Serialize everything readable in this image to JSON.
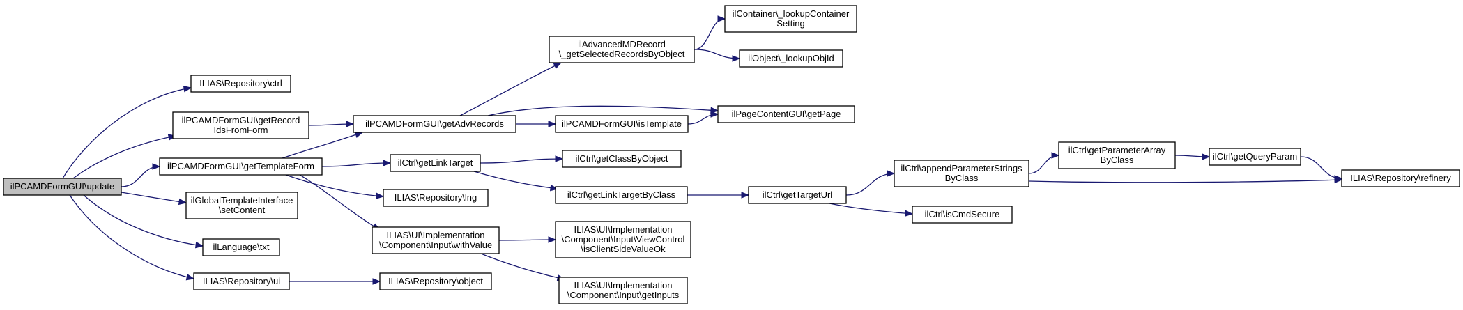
{
  "nodes": [
    {
      "id": "update",
      "lines": [
        "ilPCAMDFormGUI\\update"
      ],
      "root": true
    },
    {
      "id": "repo_ctrl",
      "lines": [
        "ILIAS\\Repository\\ctrl"
      ]
    },
    {
      "id": "getRecordIds",
      "lines": [
        "ilPCAMDFormGUI\\getRecord",
        "IdsFromForm"
      ]
    },
    {
      "id": "getTemplateForm",
      "lines": [
        "ilPCAMDFormGUI\\getTemplateForm"
      ]
    },
    {
      "id": "setContent",
      "lines": [
        "ilGlobalTemplateInterface",
        "\\setContent"
      ]
    },
    {
      "id": "txt",
      "lines": [
        "ilLanguage\\txt"
      ]
    },
    {
      "id": "repo_ui",
      "lines": [
        "ILIAS\\Repository\\ui"
      ]
    },
    {
      "id": "getAdvRecords",
      "lines": [
        "ilPCAMDFormGUI\\getAdvRecords"
      ]
    },
    {
      "id": "getLinkTarget",
      "lines": [
        "ilCtrl\\getLinkTarget"
      ]
    },
    {
      "id": "repo_lng",
      "lines": [
        "ILIAS\\Repository\\lng"
      ]
    },
    {
      "id": "withValue",
      "lines": [
        "ILIAS\\UI\\Implementation",
        "\\Component\\Input\\withValue"
      ]
    },
    {
      "id": "repo_object",
      "lines": [
        "ILIAS\\Repository\\object"
      ]
    },
    {
      "id": "getSelectedRecords",
      "lines": [
        "ilAdvancedMDRecord",
        "\\_getSelectedRecordsByObject"
      ]
    },
    {
      "id": "isTemplate",
      "lines": [
        "ilPCAMDFormGUI\\isTemplate"
      ]
    },
    {
      "id": "getClassByObject",
      "lines": [
        "ilCtrl\\getClassByObject"
      ]
    },
    {
      "id": "getLinkTargetByClass",
      "lines": [
        "ilCtrl\\getLinkTargetByClass"
      ]
    },
    {
      "id": "isClientSide",
      "lines": [
        "ILIAS\\UI\\Implementation",
        "\\Component\\Input\\ViewControl",
        "\\isClientSideValueOk"
      ]
    },
    {
      "id": "getInputs",
      "lines": [
        "ILIAS\\UI\\Implementation",
        "\\Component\\Input\\getInputs"
      ]
    },
    {
      "id": "lookupContainer",
      "lines": [
        "ilContainer\\_lookupContainer",
        "Setting"
      ]
    },
    {
      "id": "lookupObjId",
      "lines": [
        "ilObject\\_lookupObjId"
      ]
    },
    {
      "id": "getPage",
      "lines": [
        "ilPageContentGUI\\getPage"
      ]
    },
    {
      "id": "getTargetUrl",
      "lines": [
        "ilCtrl\\getTargetUrl"
      ]
    },
    {
      "id": "appendParam",
      "lines": [
        "ilCtrl\\appendParameterStrings",
        "ByClass"
      ]
    },
    {
      "id": "isCmdSecure",
      "lines": [
        "ilCtrl\\isCmdSecure"
      ]
    },
    {
      "id": "getParameterArray",
      "lines": [
        "ilCtrl\\getParameterArray",
        "ByClass"
      ]
    },
    {
      "id": "getQueryParam",
      "lines": [
        "ilCtrl\\getQueryParam"
      ]
    },
    {
      "id": "refinery",
      "lines": [
        "ILIAS\\Repository\\refinery"
      ]
    }
  ],
  "edges": [
    [
      "update",
      "repo_ctrl"
    ],
    [
      "update",
      "getRecordIds"
    ],
    [
      "update",
      "getTemplateForm"
    ],
    [
      "update",
      "setContent"
    ],
    [
      "update",
      "txt"
    ],
    [
      "update",
      "repo_ui"
    ],
    [
      "getRecordIds",
      "getAdvRecords"
    ],
    [
      "getTemplateForm",
      "getAdvRecords"
    ],
    [
      "getTemplateForm",
      "getLinkTarget"
    ],
    [
      "getTemplateForm",
      "repo_lng"
    ],
    [
      "getTemplateForm",
      "withValue"
    ],
    [
      "repo_ui",
      "repo_object"
    ],
    [
      "getAdvRecords",
      "getSelectedRecords"
    ],
    [
      "getAdvRecords",
      "getPage"
    ],
    [
      "getAdvRecords",
      "isTemplate"
    ],
    [
      "isTemplate",
      "getPage"
    ],
    [
      "getSelectedRecords",
      "lookupContainer"
    ],
    [
      "getSelectedRecords",
      "lookupObjId"
    ],
    [
      "getLinkTarget",
      "getClassByObject"
    ],
    [
      "getLinkTarget",
      "getLinkTargetByClass"
    ],
    [
      "withValue",
      "isClientSide"
    ],
    [
      "withValue",
      "getInputs"
    ],
    [
      "getLinkTargetByClass",
      "getTargetUrl"
    ],
    [
      "getTargetUrl",
      "appendParam"
    ],
    [
      "getTargetUrl",
      "isCmdSecure"
    ],
    [
      "appendParam",
      "getParameterArray"
    ],
    [
      "appendParam",
      "refinery"
    ],
    [
      "getParameterArray",
      "getQueryParam"
    ],
    [
      "getQueryParam",
      "refinery"
    ]
  ]
}
